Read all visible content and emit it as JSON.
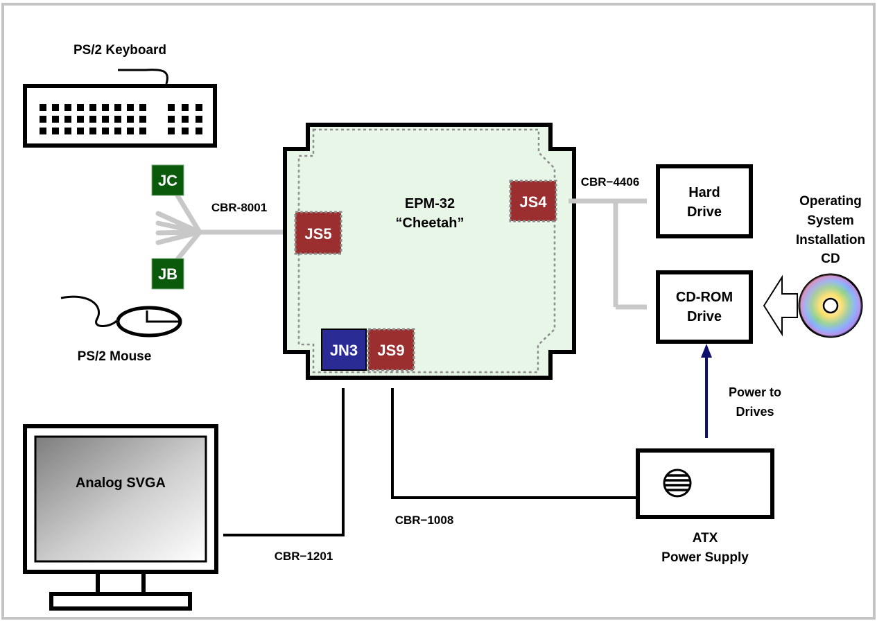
{
  "labels": {
    "keyboard": "PS/2 Keyboard",
    "mouse": "PS/2 Mouse",
    "board_line1": "EPM-32",
    "board_line2": "“Cheetah”",
    "hard_drive_line1": "Hard",
    "hard_drive_line2": "Drive",
    "cdrom_line1": "CD-ROM",
    "cdrom_line2": "Drive",
    "os_cd_line1": "Operating",
    "os_cd_line2": "System",
    "os_cd_line3": "Installation",
    "os_cd_line4": "CD",
    "power_to_drives_line1": "Power to",
    "power_to_drives_line2": "Drives",
    "psu_line1": "ATX",
    "psu_line2": "Power Supply",
    "monitor": "Analog SVGA"
  },
  "connectors": {
    "jc": "JC",
    "jb": "JB",
    "js5": "JS5",
    "js4": "JS4",
    "jn3": "JN3",
    "js9": "JS9"
  },
  "cables": {
    "kbd_mouse": "CBR-8001",
    "drives": "CBR−4406",
    "power": "CBR−1008",
    "video": "CBR−1201"
  },
  "colors": {
    "board_fill": "#e8f6e8",
    "serial_connector": "#9b2f30",
    "kbd_connector": "#0b5a0b",
    "video_connector": "#2b2b96",
    "cable_gray": "#c8c8c8",
    "power_arrow": "#0f0f6e"
  }
}
